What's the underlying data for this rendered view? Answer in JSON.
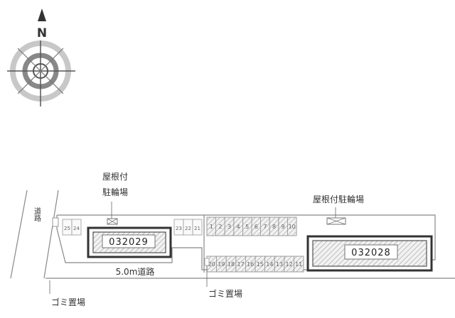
{
  "compass": {
    "north_letter": "N"
  },
  "roads": {
    "left_road_label": "道路",
    "bottom_road_label": "5.0m道路"
  },
  "buildings": {
    "left": {
      "id": "032029"
    },
    "right": {
      "id": "032028"
    }
  },
  "bike_shelters": {
    "left": {
      "line1": "屋根付",
      "line2": "駐輪場"
    },
    "right": {
      "label": "屋根付駐輪場"
    }
  },
  "garbage": {
    "left_label": "ゴミ置場",
    "center_label": "ゴミ置場"
  },
  "parking": {
    "far_left": [
      "25",
      "24"
    ],
    "middle_left": [
      "23",
      "22",
      "21"
    ],
    "upper": [
      "1",
      "2",
      "3",
      "4",
      "5",
      "6",
      "7",
      "8",
      "9",
      "10"
    ],
    "lower": [
      "20",
      "19",
      "18",
      "17",
      "16",
      "15",
      "14",
      "13",
      "12",
      "11"
    ]
  },
  "colors": {
    "line": "#888888",
    "building_border": "#333333",
    "hatch": "#bdbdbd"
  }
}
